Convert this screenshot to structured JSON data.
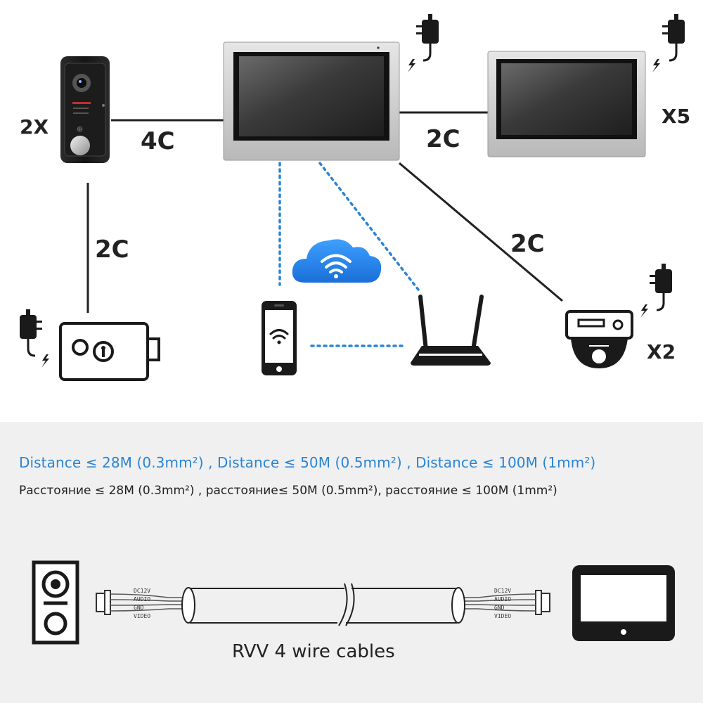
{
  "labels": {
    "doorbell_qty": "2X",
    "monitor_qty": "X5",
    "camera_qty": "X2",
    "wire_doorbell_monitor": "4C",
    "wire_monitor_monitor": "2C",
    "wire_doorbell_lock": "2C",
    "wire_monitor_camera": "2C"
  },
  "distance": {
    "en": "Distance ≤ 28M (0.3mm²) ,  Distance ≤ 50M (0.5mm²) , Distance ≤ 100M (1mm²)",
    "ru": "Расстояние  ≤ 28M (0.3mm²) , расстояние≤ 50M (0.5mm²), расстояние ≤ 100M (1mm²)"
  },
  "cable": {
    "title": "RVV 4 wire cables",
    "pins_left": [
      "DC12V",
      "AUDIO",
      "GND",
      "VIDEO"
    ],
    "pins_right": [
      "DC12V",
      "AUDIO",
      "GND",
      "VIDEO"
    ]
  },
  "colors": {
    "accent_blue": "#2a84d6",
    "wire": "#222222",
    "panel_bg": "#f0f0f0"
  },
  "icons": [
    "doorbell-panel",
    "indoor-monitor",
    "power-adapter",
    "lightning-icon",
    "cloud-wifi-icon",
    "smartphone-icon",
    "router-icon",
    "electric-lock",
    "dome-camera",
    "monitor-outline-icon",
    "doorbell-outline-icon"
  ]
}
